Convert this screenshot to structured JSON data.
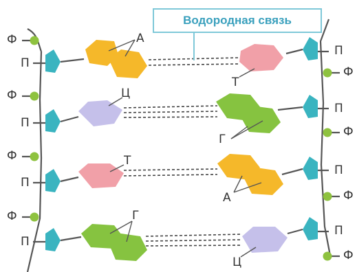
{
  "title": "Водородная связь",
  "labels": {
    "phosphate": "Ф",
    "sugar": "П",
    "adenine": "А",
    "thymine": "Т",
    "cytosine": "Ц",
    "guanine": "Г"
  },
  "colors": {
    "adenine": "#f5b82a",
    "thymine": "#f1a0a8",
    "cytosine": "#c5c0ea",
    "guanine": "#86c340",
    "sugar": "#3ab4c0",
    "phosphate": "#8ec23f",
    "backbone": "#555555",
    "hbond": "#444444",
    "title_border": "#7ec8d8",
    "title_text": "#3aa0bd"
  }
}
